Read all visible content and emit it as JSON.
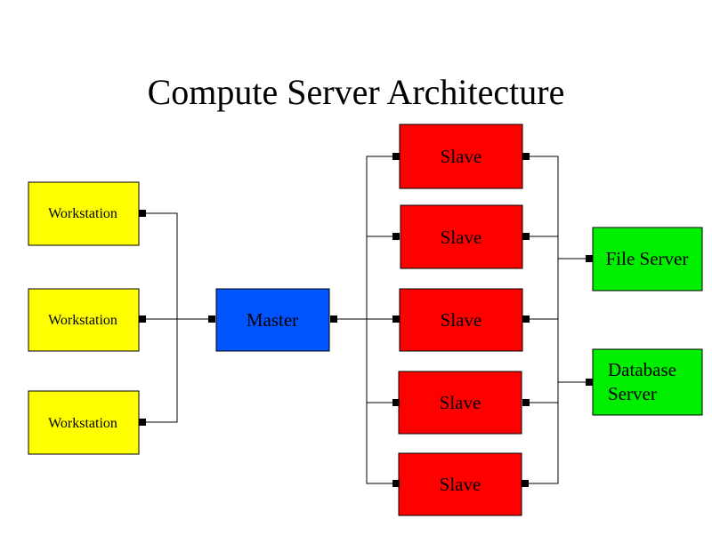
{
  "title": "Compute Server Architecture",
  "colors": {
    "workstation": "#ffff00",
    "master": "#0055ff",
    "slave": "#ff0000",
    "server": "#00ee00",
    "line": "#000000"
  },
  "workstations": [
    {
      "label": "Workstation"
    },
    {
      "label": "Workstation"
    },
    {
      "label": "Workstation"
    }
  ],
  "master": {
    "label": "Master"
  },
  "slaves": [
    {
      "label": "Slave"
    },
    {
      "label": "Slave"
    },
    {
      "label": "Slave"
    },
    {
      "label": "Slave"
    },
    {
      "label": "Slave"
    }
  ],
  "servers": [
    {
      "label_lines": [
        "File Server"
      ]
    },
    {
      "label_lines": [
        "Database",
        "Server"
      ]
    }
  ]
}
